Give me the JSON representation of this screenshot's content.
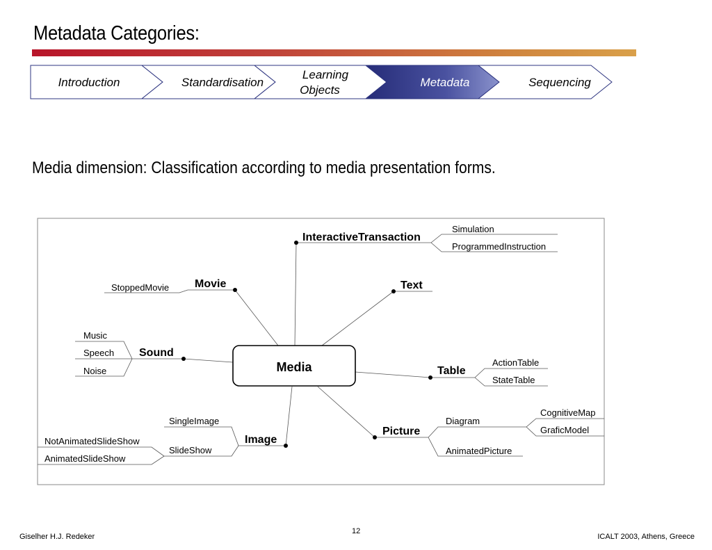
{
  "title": "Metadata Categories:",
  "nav": {
    "steps": [
      {
        "label": "Introduction"
      },
      {
        "label": "Standardisation"
      },
      {
        "label_line1": "Learning",
        "label_line2": "Objects"
      },
      {
        "label": "Metadata"
      },
      {
        "label": "Sequencing"
      }
    ],
    "active_index": 3
  },
  "subtitle": "Media dimension: Classification according to media presentation forms.",
  "diagram": {
    "center": "Media",
    "branches": {
      "interactive_transaction": {
        "label": "InteractiveTransaction",
        "children": [
          "Simulation",
          "ProgrammedInstruction"
        ]
      },
      "text": {
        "label": "Text"
      },
      "table": {
        "label": "Table",
        "children": [
          "ActionTable",
          "StateTable"
        ]
      },
      "picture": {
        "label": "Picture",
        "diagram_label": "Diagram",
        "diagram_children": [
          "CognitiveMap",
          "GraficModel"
        ],
        "animated": "AnimatedPicture"
      },
      "image": {
        "label": "Image",
        "single": "SingleImage",
        "slideshow": "SlideShow",
        "slideshow_children": [
          "NotAnimatedSlideShow",
          "AnimatedSlideShow"
        ]
      },
      "sound": {
        "label": "Sound",
        "children": [
          "Music",
          "Speech",
          "Noise"
        ]
      },
      "movie": {
        "label": "Movie",
        "children": [
          "StoppedMovie"
        ]
      }
    }
  },
  "footer": {
    "author": "Giselher H.J. Redeker",
    "page": "12",
    "venue": "ICALT 2003, Athens, Greece"
  },
  "colors": {
    "nav_active_dark": "#2e3580",
    "nav_active_light": "#7e86c4",
    "nav_border": "#2e3580",
    "rule_start": "#b8152a",
    "rule_end": "#d9a04a"
  }
}
